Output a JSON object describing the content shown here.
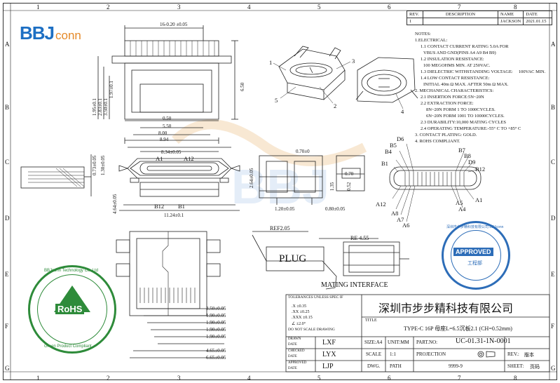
{
  "border": {
    "columns": [
      "1",
      "2",
      "3",
      "4",
      "5",
      "6",
      "7",
      "8"
    ],
    "rows": [
      "A",
      "B",
      "C",
      "D",
      "E",
      "F",
      "G"
    ]
  },
  "brand": {
    "logo_bbj": "BBJ",
    "logo_conn": "conn"
  },
  "revision": {
    "headers": [
      "REV.",
      "DESCRIPTION",
      "NAME",
      "DATE"
    ],
    "row": [
      "1",
      "",
      "JACKSON",
      "2021.01.15"
    ]
  },
  "notes": {
    "title": "NOTES:",
    "lines": [
      "1.ELECTRICAL:",
      "1.1 CONTACT CURRENT RATING 5.0A FOR",
      "VBUS AND GND(PINS A4 A9 B4 B9)",
      "1.2 INSULATION RESISTANCE:",
      "100 MEGOHMS MIN. AT 250VAC.",
      "1.3 DIELECTRIC WITHSTANDING VOLTAGE:",
      "1.4 LOW CONTACT RESISTANCE:",
      "INITIAL 40m   Ω MAX. AFTER 50m",
      "2. MECHANICAL CHARACTERISTICS:",
      "2.1 INSERTION FORCE:5N~20N",
      "2.2 EXTRACTION FORCE:",
      "8N~20N FORM 1 TO 1000CYCLES.",
      "6N~20N FORM 1001 TO 10000CYCLES.",
      "2.3 DURABILITY:10,000 MATING CYCLES",
      "2.4 OPERATING TEMPERATURE:-55° C TO +85° C",
      "3. CONTACT PLATING: GOLD.",
      "4. ROHS COMPLIANT."
    ],
    "voltage": "100VAC MIN.",
    "contact_max": "Ω MAX."
  },
  "dims": {
    "top_width": "16-0.20 ±0.05",
    "height_650": "6.50",
    "d_5_50": "5.50",
    "d_8_00": "8.00",
    "d_8_34": "8.34±0.05",
    "d_8_94": "8.94",
    "pitch": "0.50",
    "left_1": "1.95±0.1",
    "left_2": "2.83±0.1",
    "left_3": "3.50±0.1",
    "left_4": "1.97±0.1",
    "left_5": "0.73±0.05",
    "left_6": "1.30±0.05",
    "d_4_64": "4.64±0.05",
    "d_2_64": "2.64±0.05",
    "d_11_24": "11.24±0.1",
    "d_0_70": "0.70±0",
    "d_1_20": "1.20±0.05",
    "d_0_80": "0.80±0.05",
    "d_0_70b": "0.70",
    "d_0_52": "0.52",
    "d_1_35": "1.35",
    "ref_plug": "REF2.05",
    "ref_right": "RE 4.55",
    "bottom": [
      "3.50±0.05",
      "1.90±0.05",
      "1.90±0.05",
      "1.90±0.05",
      "1.90±0.05",
      "4.65±0.05",
      "6.65±0.05"
    ]
  },
  "pins": {
    "top_a1": "A1",
    "top_a12": "A12",
    "bottom_b12": "B12",
    "bottom_b1": "B1",
    "right": [
      "D6",
      "B5",
      "B4",
      "B1",
      "A12",
      "A8",
      "A7",
      "A6",
      "B7",
      "B8",
      "D9",
      "B12",
      "A5",
      "A4",
      "A1"
    ]
  },
  "callouts": [
    "1",
    "2",
    "3",
    "4",
    "5"
  ],
  "views": {
    "plug": "PLUG",
    "mating": "MATING INTERFACE"
  },
  "stamps": {
    "rohs": "RoHS",
    "rohs_ring_top": "BBJconn Technology Co.,Ltd",
    "rohs_ring_bottom": "Green Product Compliant",
    "approved": "APPROVED",
    "approved_sub": "工程部",
    "approved_ring": "深圳市步步精科技有限公司 BBJconn"
  },
  "titleblock": {
    "company": "深圳市步步精科技有限公司",
    "title_label": "TITLE",
    "title": "TYPE-C 16P 母座L=6.5沉板2.1  (CH=0.52mm)",
    "tolerance_title": "TOLERANCES UNLESS SPEC IF",
    "tol": [
      ".X  ±0.35",
      ".XX ±0.25",
      ".XXX ±0.15",
      "∠  ±2.0°"
    ],
    "scale_note": "DO NOT SCALE DRAWING",
    "drawn": "LXF",
    "checked": "LYX",
    "approved": "LJP",
    "drawn_label": "DRAWN",
    "checked_label": "CHECKED",
    "approved_label": "APPROVED",
    "date_label": "DATE",
    "size_label": "SIZE:A4",
    "unit_label": "UNIT:MM",
    "partno_label": "PART.NO:",
    "partno": "UC-01.31-1N-0001",
    "scale_label": "SCALE",
    "scale": "1:1",
    "projection": "PROJECTION",
    "rev_label": "REV.:",
    "rev": "版本",
    "dwg_label": "DWG.",
    "path_label": "PATH",
    "path": "9999-9",
    "sheet_label": "SHEET:",
    "sheet": "页码"
  }
}
